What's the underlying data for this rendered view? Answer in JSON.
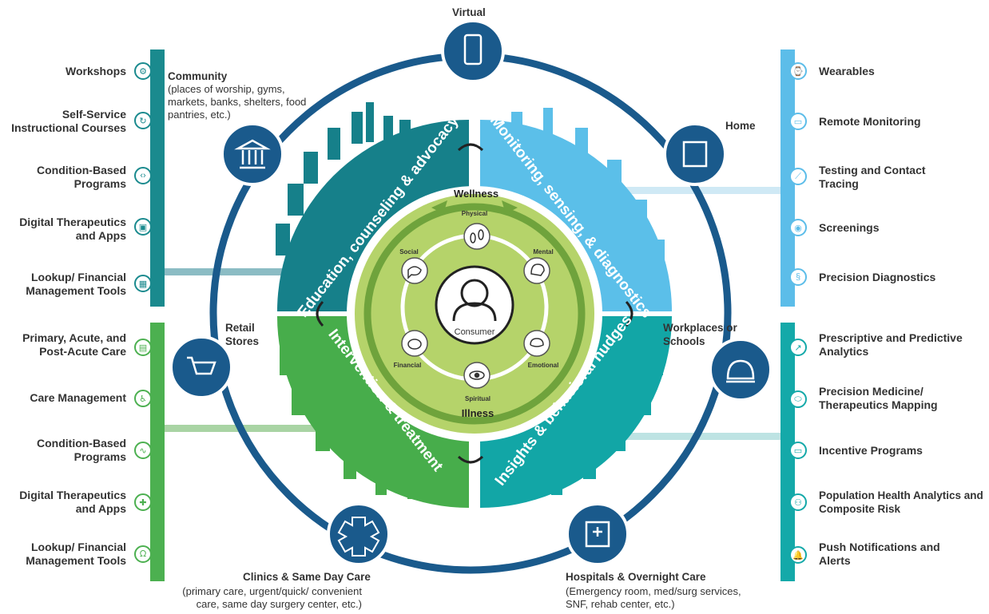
{
  "left_top": {
    "color": "#1a8a8e",
    "items": [
      {
        "label": "Workshops",
        "icon": "gears-icon"
      },
      {
        "label": "Self-Service Instructional Courses",
        "icon": "refresh-icon"
      },
      {
        "label": "Condition-Based Programs",
        "icon": "code-icon"
      },
      {
        "label": "Digital Therapeutics and Apps",
        "icon": "chip-icon"
      },
      {
        "label": "Lookup/ Financial Management Tools",
        "icon": "calculator-icon"
      }
    ]
  },
  "left_bottom": {
    "color": "#4cb050",
    "items": [
      {
        "label": "Primary, Acute, and Post-Acute Care",
        "icon": "clipboard-icon"
      },
      {
        "label": "Care Management",
        "icon": "wheelchair-icon"
      },
      {
        "label": "Condition-Based Programs",
        "icon": "heartbeat-icon"
      },
      {
        "label": "Digital Therapeutics and Apps",
        "icon": "medkit-icon"
      },
      {
        "label": "Lookup/ Financial Management Tools",
        "icon": "stethoscope-icon"
      }
    ]
  },
  "right_top": {
    "color": "#5cbde9",
    "items": [
      {
        "label": "Wearables",
        "icon": "watch-icon"
      },
      {
        "label": "Remote Monitoring",
        "icon": "monitor-icon"
      },
      {
        "label": "Testing and Contact Tracing",
        "icon": "test-tube-icon"
      },
      {
        "label": "Screenings",
        "icon": "eye-icon"
      },
      {
        "label": "Precision Diagnostics",
        "icon": "dna-icon"
      }
    ]
  },
  "right_bottom": {
    "color": "#14a9a9",
    "items": [
      {
        "label": "Prescriptive and Predictive Analytics",
        "icon": "chart-icon"
      },
      {
        "label": "Precision Medicine/ Therapeutics Mapping",
        "icon": "pill-icon"
      },
      {
        "label": "Incentive Programs",
        "icon": "ticket-icon"
      },
      {
        "label": "Population Health Analytics and Composite Risk",
        "icon": "people-icon"
      },
      {
        "label": "Push Notifications and Alerts",
        "icon": "bell-icon"
      }
    ]
  },
  "places": {
    "virtual": "Virtual",
    "home": "Home",
    "community_title": "Community",
    "community_sub": "(places of worship, gyms, markets, banks, shelters, food pantries, etc.)",
    "retail": "Retail Stores",
    "workplaces": "Workplaces or Schools",
    "clinics_title": "Clinics & Same Day Care",
    "clinics_sub": "(primary care, urgent/quick/ convenient care, same day surgery center, etc.)",
    "hospitals_title": "Hospitals & Overnight Care",
    "hospitals_sub": "(Emergency room, med/surg services, SNF, rehab center, etc.)"
  },
  "quadrants": {
    "top_left": "Education, counseling & advocacy",
    "top_right": "Monitoring, sensing, & diagnostics",
    "bottom_left": "Intervention & treatment",
    "bottom_right": "Insights & behavioral nudges"
  },
  "center": {
    "wellness": "Wellness",
    "illness": "Illness",
    "consumer": "Consumer",
    "dimensions": [
      "Physical",
      "Mental",
      "Emotional",
      "Spiritual",
      "Financial",
      "Social"
    ]
  },
  "colors": {
    "dark_blue": "#1a5a8c",
    "teal_dark": "#16808a",
    "light_blue": "#5bbfe9",
    "green": "#47ad4b",
    "teal": "#12a6a6",
    "inner_green": "#b5d36a",
    "ring_green": "#6fa33c"
  }
}
